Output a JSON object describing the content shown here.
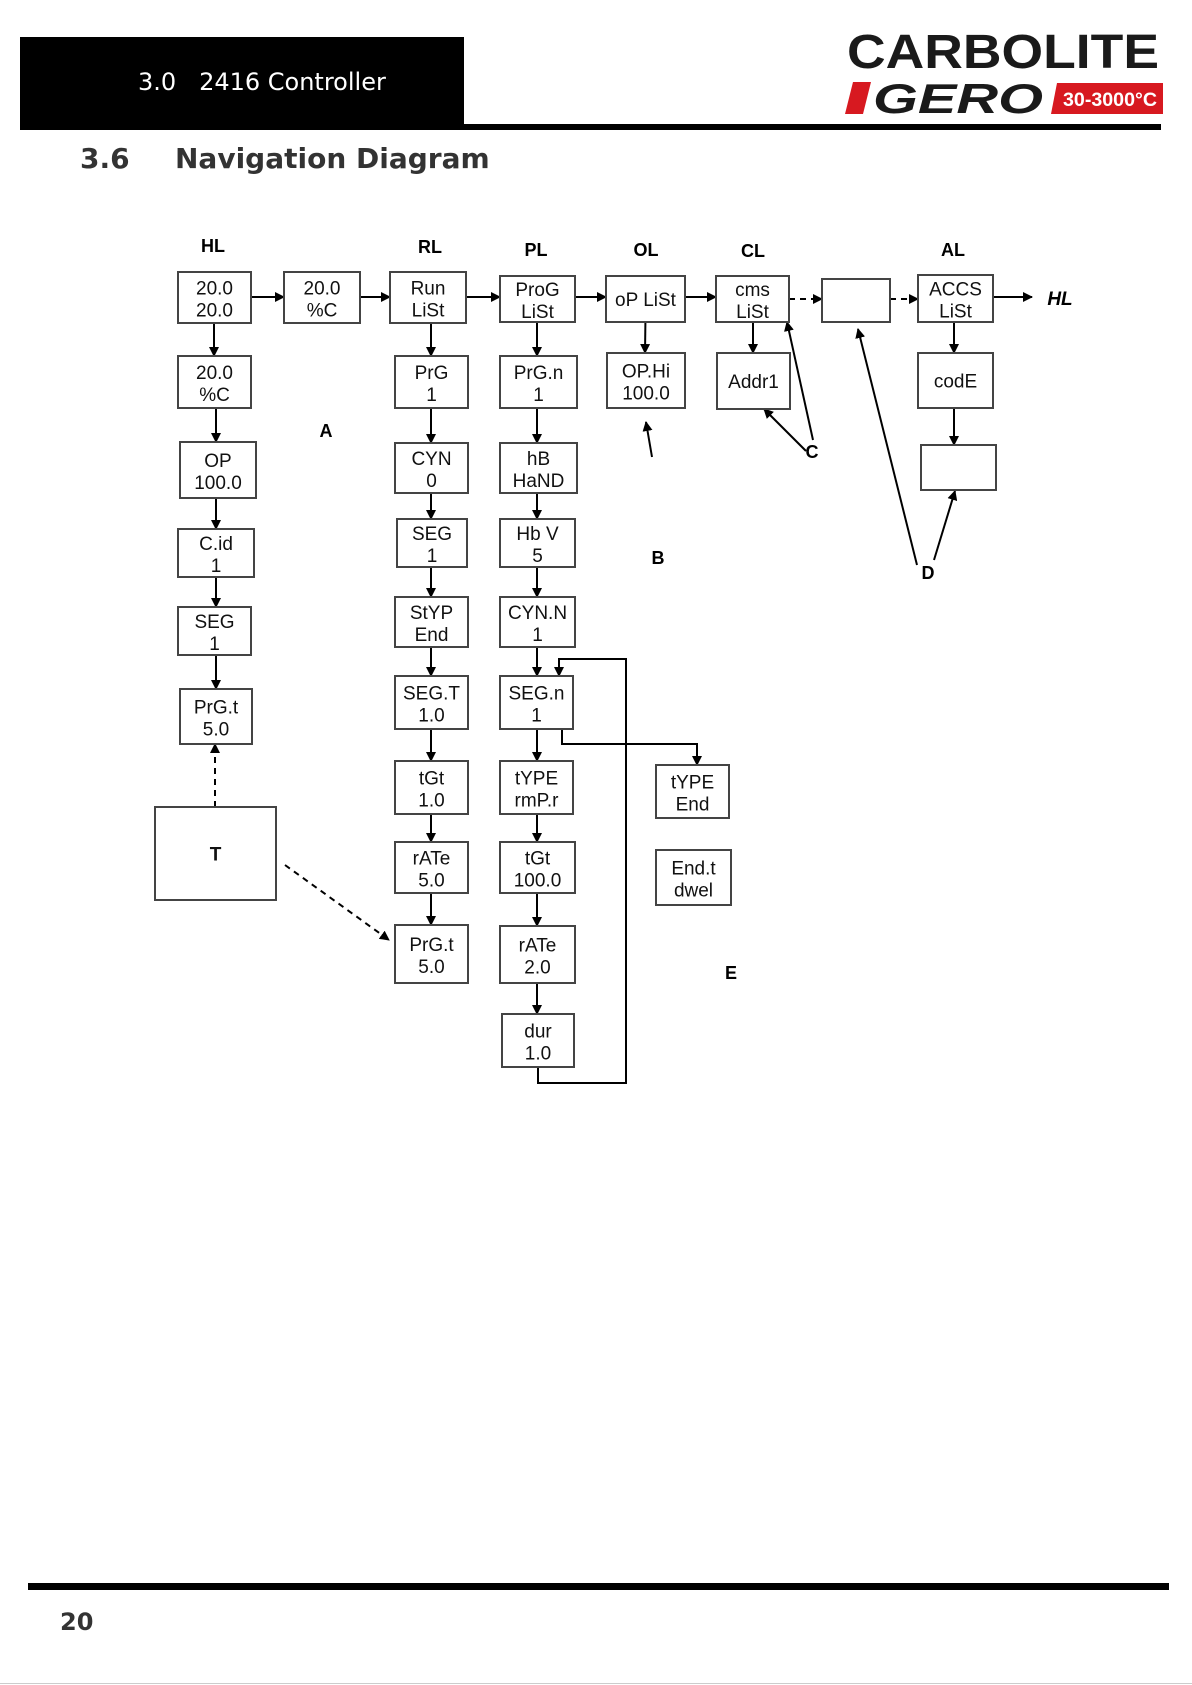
{
  "header": {
    "section": "3.0",
    "title": "2416 Controller"
  },
  "logo": {
    "brand_top": "CARBOLITE",
    "brand_bottom": "GERO",
    "temp_range": "30-3000°C",
    "accent_color": "#d71920"
  },
  "section": {
    "number": "3.6",
    "title": "Navigation Diagram"
  },
  "diagram": {
    "levels": {
      "hl": "HL",
      "rl": "RL",
      "pl": "PL",
      "ol": "OL",
      "cl": "CL",
      "al": "AL",
      "hl_return": "HL"
    },
    "boxes": {
      "hl_1": [
        "20.0",
        "20.0"
      ],
      "hl_2": [
        "20.0",
        "%C"
      ],
      "hl_3": [
        "OP",
        "100.0"
      ],
      "hl_4": [
        "C.id",
        "1"
      ],
      "hl_5": [
        "SEG",
        "1"
      ],
      "hl_6": [
        "PrG.t",
        "5.0"
      ],
      "h2_1": [
        "20.0",
        "%C"
      ],
      "t_box": [
        "T"
      ],
      "rl_1": [
        "Run",
        "LiSt"
      ],
      "rl_2": [
        "PrG",
        "1"
      ],
      "rl_3": [
        "CYN",
        "0"
      ],
      "rl_4": [
        "SEG",
        "1"
      ],
      "rl_5": [
        "StYP",
        "End"
      ],
      "rl_6": [
        "SEG.T",
        "1.0"
      ],
      "rl_7": [
        "tGt",
        "1.0"
      ],
      "rl_8": [
        "rATe",
        "5.0"
      ],
      "rl_9": [
        "PrG.t",
        "5.0"
      ],
      "pl_1": [
        "ProG",
        "LiSt"
      ],
      "pl_2": [
        "PrG.n",
        "1"
      ],
      "pl_3": [
        "hB",
        "HaND"
      ],
      "pl_4": [
        "Hb V",
        "5"
      ],
      "pl_5": [
        "CYN.N",
        "1"
      ],
      "pl_6": [
        "SEG.n",
        "1"
      ],
      "pl_7": [
        "tYPE",
        "rmP.r"
      ],
      "pl_8": [
        "tGt",
        "100.0"
      ],
      "pl_9": [
        "rATe",
        "2.0"
      ],
      "pl_10": [
        "dur",
        "1.0"
      ],
      "e_1": [
        "tYPE",
        "End"
      ],
      "e_2": [
        "End.t",
        "dwel"
      ],
      "ol_1": [
        "oP LiSt"
      ],
      "ol_2": [
        "OP.Hi",
        "100.0"
      ],
      "cl_1": [
        "cms",
        "LiSt"
      ],
      "cl_2": [
        "Addr1"
      ],
      "blank_1": [
        ""
      ],
      "al_1": [
        "ACCS",
        "LiSt"
      ],
      "al_2": [
        "codE"
      ],
      "al_3": [
        ""
      ]
    },
    "callouts": {
      "a": "A",
      "b": "B",
      "c": "C",
      "d": "D",
      "e": "E"
    }
  },
  "footer": {
    "page_number": "20"
  }
}
